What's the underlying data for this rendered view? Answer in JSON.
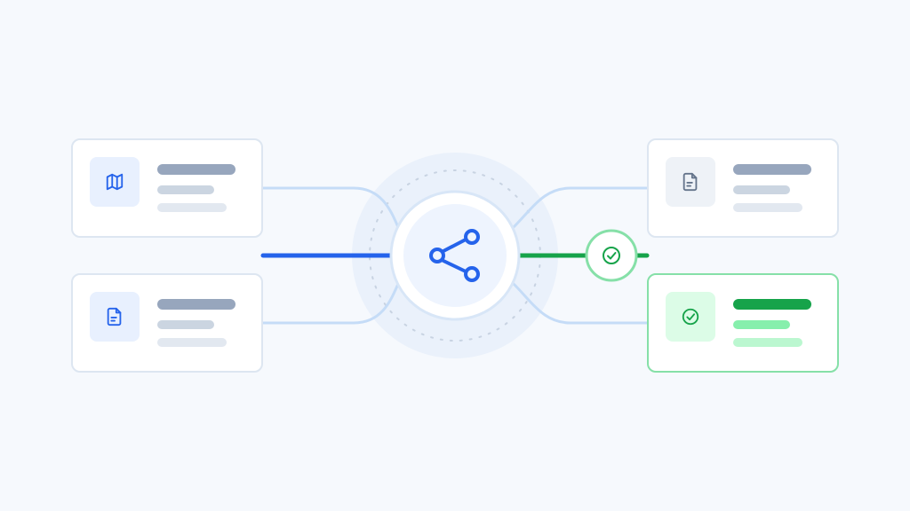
{
  "colors": {
    "background": "#f6f9fd",
    "card_border": "#dde6f1",
    "connector_light": "#c5dcf7",
    "active_blue": "#2563eb",
    "active_green": "#16a34a",
    "success_border": "#86e0a8",
    "hub_halo": "#eaf1fb",
    "hub_inner": "#eef4fe",
    "tile_blue": "#e8f0fe",
    "tile_gray": "#eef2f7",
    "tile_green": "#dcfce7",
    "icon_gray": "#64748b",
    "bar_dark": "#97a6bd",
    "bar_mid": "#cbd5e1",
    "bar_light": "#e2e8f0",
    "bar_green_dark": "#16a34a",
    "bar_green_mid": "#86efac",
    "bar_green_light": "#bbf7d0"
  },
  "hub": {
    "icon": "share-icon"
  },
  "checkpoint": {
    "icon": "check-circle-icon",
    "status": "success"
  },
  "cards": [
    {
      "id": "source-map",
      "icon": "map-icon",
      "tone": "blue",
      "active": false
    },
    {
      "id": "source-document",
      "icon": "document-icon",
      "tone": "blue",
      "active": true
    },
    {
      "id": "target-document",
      "icon": "document-icon",
      "tone": "gray",
      "active": false
    },
    {
      "id": "target-success",
      "icon": "check-circle-icon",
      "tone": "green",
      "active": true
    }
  ]
}
